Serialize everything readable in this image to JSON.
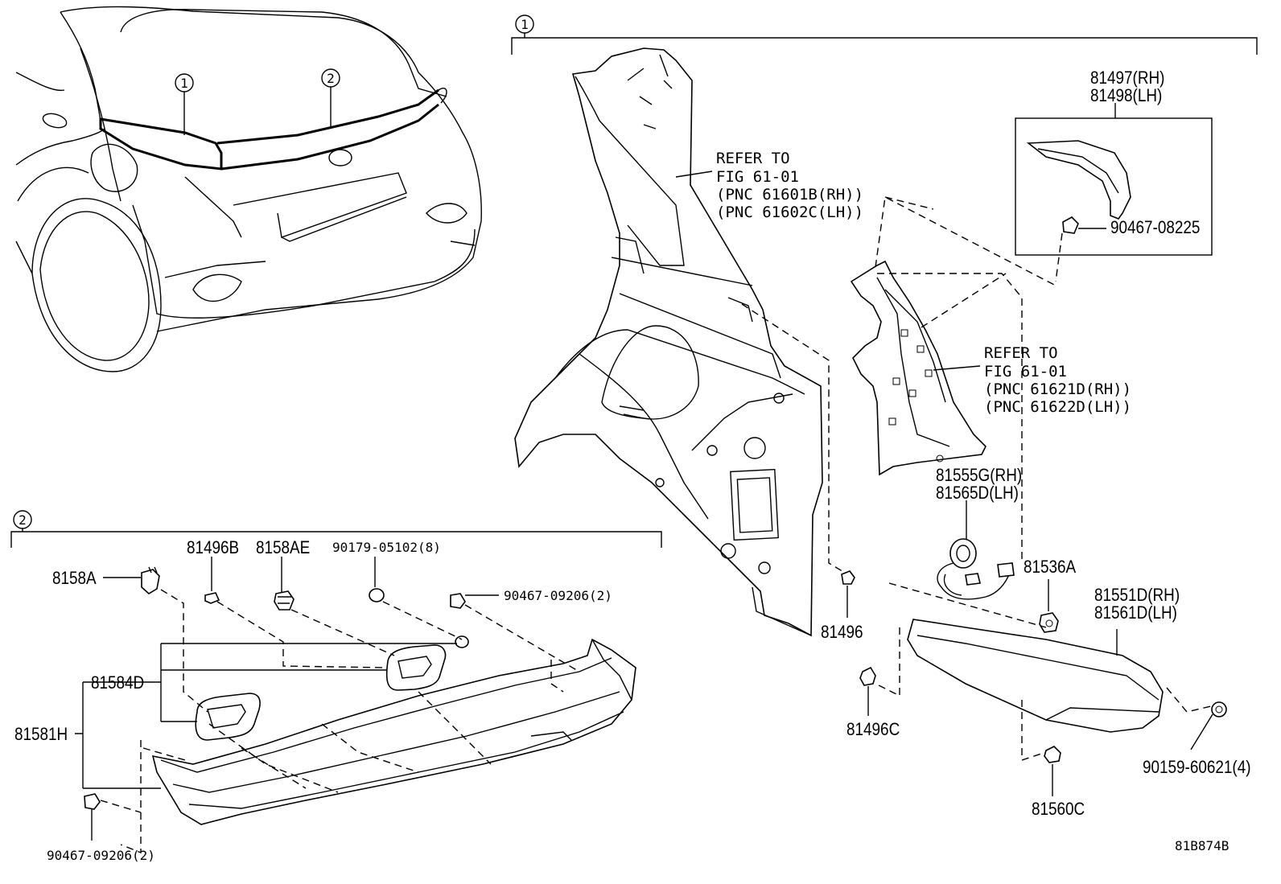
{
  "groups": {
    "g1": "1",
    "g2": "2"
  },
  "car_callouts": {
    "c1": "1",
    "c2": "2"
  },
  "refer_top": {
    "line1": "REFER TO",
    "line2": "FIG 61-01",
    "line3": "(PNC 61601B(RH))",
    "line4": "(PNC 61602C(LH))"
  },
  "refer_mid": {
    "line1": "REFER TO",
    "line2": "FIG 61-01",
    "line3": "(PNC 61621D(RH))",
    "line4": "(PNC 61622D(LH))"
  },
  "parts": {
    "p81497": "81497(RH)",
    "p81498": "81498(LH)",
    "p90467_08225": "90467-08225",
    "p81555G": "81555G(RH)",
    "p81565D": "81565D(LH)",
    "p81536A": "81536A",
    "p81551D": "81551D(RH)",
    "p81561D": "81561D(LH)",
    "p81496": "81496",
    "p81496C": "81496C",
    "p90159": "90159-60621(4)",
    "p81560C": "81560C",
    "p8158A": "8158A",
    "p81496B": "81496B",
    "p8158AE": "8158AE",
    "p90179": "90179-05102(8)",
    "p90467_09206_top": "90467-09206(2)",
    "p81584D": "81584D",
    "p81581H": "81581H",
    "p90467_09206_bottom": "90467-09206(2)"
  },
  "diagram_code": "81B874B"
}
